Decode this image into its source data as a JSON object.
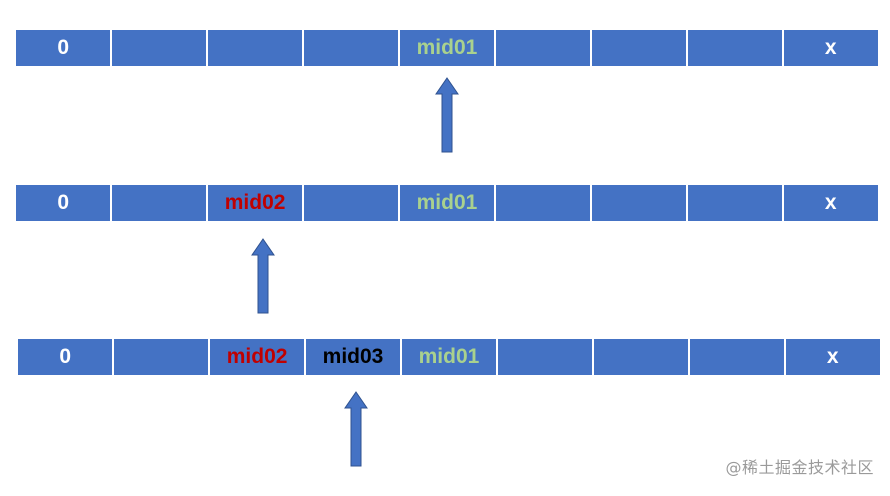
{
  "colors": {
    "cell_fill": "#4472c4",
    "text_default": "#ffffff",
    "mid01": "#a9d18e",
    "mid02": "#c00000",
    "mid03": "#000000",
    "arrow_fill": "#4472c4",
    "arrow_stroke": "#2f528f"
  },
  "rows": [
    {
      "cells": [
        "0",
        "",
        "",
        "",
        "mid01",
        "",
        "",
        "",
        "x"
      ],
      "colors": [
        "",
        "",
        "",
        "",
        "mid01",
        "",
        "",
        "",
        ""
      ]
    },
    {
      "cells": [
        "0",
        "",
        "mid02",
        "",
        "mid01",
        "",
        "",
        "",
        "x"
      ],
      "colors": [
        "",
        "",
        "mid02",
        "",
        "mid01",
        "",
        "",
        "",
        ""
      ]
    },
    {
      "cells": [
        "0",
        "",
        "mid02",
        "mid03",
        "mid01",
        "",
        "",
        "",
        "x"
      ],
      "colors": [
        "",
        "",
        "mid02",
        "mid03",
        "mid01",
        "",
        "",
        "",
        ""
      ]
    }
  ],
  "arrows": [
    {
      "points_to": "mid01"
    },
    {
      "points_to": "mid02"
    },
    {
      "points_to": "mid03"
    }
  ],
  "watermark": "@稀土掘金技术社区"
}
